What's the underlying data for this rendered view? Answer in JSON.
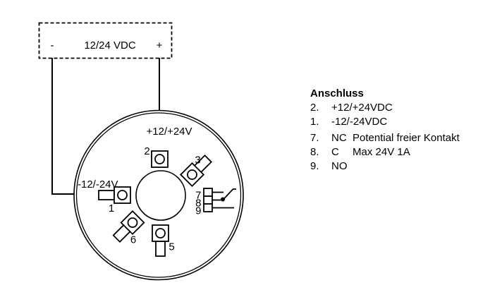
{
  "colors": {
    "line": "#000000",
    "background": "#ffffff",
    "text": "#000000"
  },
  "power_supply": {
    "minus": "-",
    "voltage": "12/24 VDC",
    "plus": "+"
  },
  "device": {
    "positive_label": "+12/+24V",
    "negative_label": "-12/-24V",
    "terminals": {
      "one": "1",
      "two": "2",
      "three": "3",
      "five": "5",
      "six": "6",
      "seven": "7",
      "eight": "8",
      "nine": "9"
    }
  },
  "legend": {
    "title": "Anschluss",
    "rows": [
      {
        "num": "2.",
        "label": "+12/+24VDC",
        "desc": ""
      },
      {
        "num": "1.",
        "label": "-12/-24VDC",
        "desc": ""
      },
      {
        "num": "7.",
        "label": "NC",
        "desc": "Potential freier Kontakt"
      },
      {
        "num": "8.",
        "label": "C",
        "desc": "Max 24V 1A"
      },
      {
        "num": "9.",
        "label": "NO",
        "desc": ""
      }
    ]
  }
}
